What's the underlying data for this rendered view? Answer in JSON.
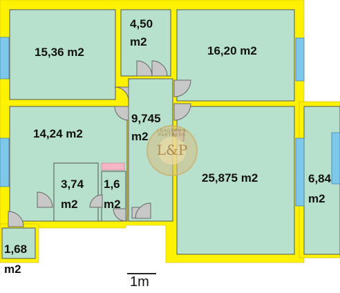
{
  "rooms": {
    "r1": {
      "area": "15,36 m2"
    },
    "r2": {
      "area_top": "4,50",
      "area_bottom": "m2"
    },
    "r3": {
      "area": "16,20 m2"
    },
    "r4": {
      "area": "14,24 m2"
    },
    "r5": {
      "area_top": "9,745",
      "area_bottom": "m2"
    },
    "r6": {
      "area_top": "3,74",
      "area_bottom": "m2"
    },
    "r7": {
      "area_top": "1,6",
      "area_bottom": "m2"
    },
    "r8": {
      "area": "25,875 m2"
    },
    "r9": {
      "area_top": "6,84",
      "area_bottom": "m2"
    },
    "r10": {
      "area_top": "1,68",
      "area_bottom": "m2"
    }
  },
  "scale": {
    "label": "1m"
  },
  "watermark": {
    "monogram": "L&P",
    "ring_text": "LEADERS & PARTNERS"
  },
  "colors": {
    "wall": "#fff200",
    "room": "#b7e1cc",
    "window": "#7fc7e8",
    "door": "#c8c8c8",
    "accent": "#f7b6c8"
  }
}
